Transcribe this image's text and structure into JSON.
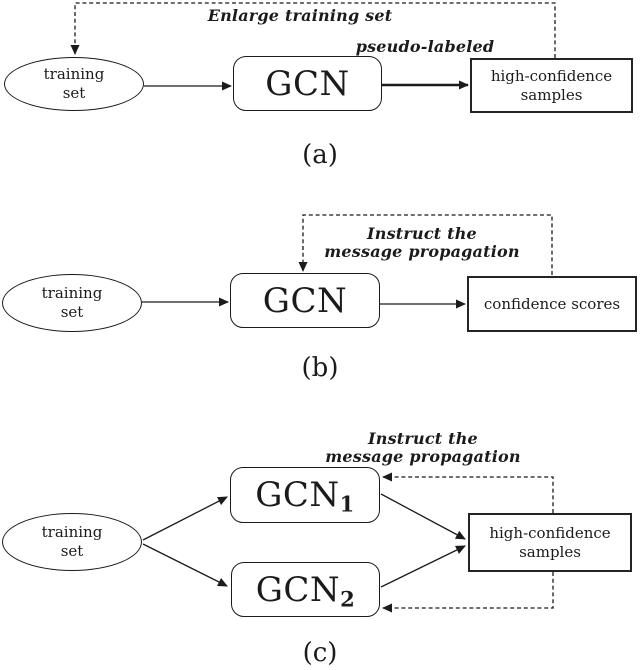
{
  "colors": {
    "ink": "#1b1b1b",
    "background": "#ffffff"
  },
  "panels": {
    "a": {
      "caption": "(a)",
      "ellipse": {
        "line1": "training",
        "line2": "set"
      },
      "gcn": {
        "label": "GCN"
      },
      "output": {
        "line1": "high-confidence",
        "line2": "samples"
      },
      "feedback_label": "Enlarge training set",
      "edge_label": "pseudo-labeled"
    },
    "b": {
      "caption": "(b)",
      "ellipse": {
        "line1": "training",
        "line2": "set"
      },
      "gcn": {
        "label": "GCN"
      },
      "output": {
        "line1": "confidence scores"
      },
      "feedback_label": {
        "line1": "Instruct the",
        "line2": "message propagation"
      }
    },
    "c": {
      "caption": "(c)",
      "ellipse": {
        "line1": "training",
        "line2": "set"
      },
      "gcn1": {
        "base": "GCN",
        "sub": "1"
      },
      "gcn2": {
        "base": "GCN",
        "sub": "2"
      },
      "output": {
        "line1": "high-confidence",
        "line2": "samples"
      },
      "feedback_label": {
        "line1": "Instruct the",
        "line2": "message propagation"
      }
    }
  }
}
